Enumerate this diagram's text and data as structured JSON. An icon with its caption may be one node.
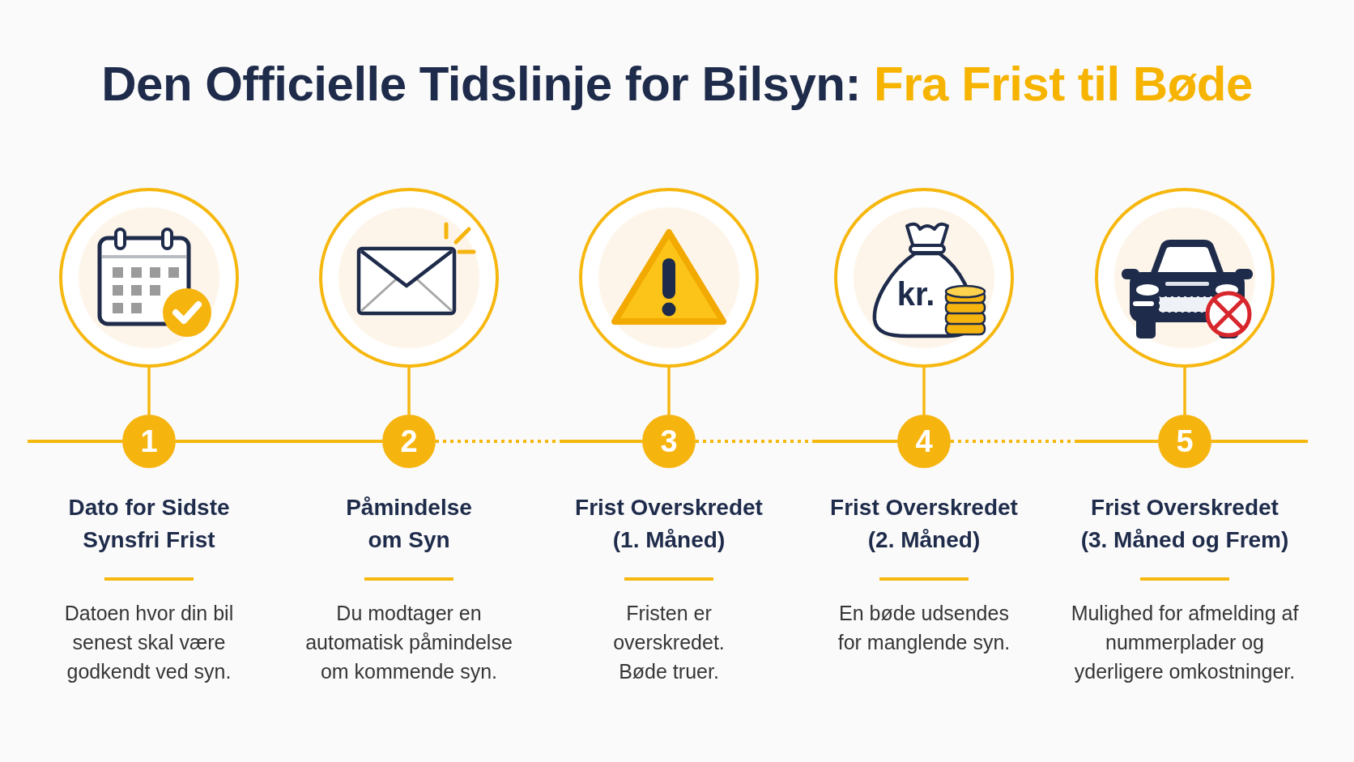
{
  "diagram": {
    "title": "Den Officielle Tidslinje for Bilsyn: *Fra Frist til Bøde*",
    "nodes": [
      {
        "text": [],
        "shape": "circle"
      },
      {
        "text": [],
        "shape": "circle"
      },
      {
        "text": [],
        "shape": "circle"
      },
      {
        "text": [],
        "shape": "circle"
      },
      {
        "text": [],
        "shape": "circle"
      },
      {
        "text": [
          "1"
        ],
        "beside": [
          "Dato for Sidste Synsfri Frist",
          "Datoen hvor din bil senest skal være godkendt ved syn."
        ]
      },
      {
        "text": [
          "2"
        ],
        "beside": [
          "Påmindelse om Syn",
          "Du modtager en automatisk påmindelse om kommende syn."
        ]
      },
      {
        "text": [
          "3"
        ],
        "beside": [
          "Frist Overskredet (1. Måned)",
          "Fristen er overskredet. Bøde truer."
        ]
      },
      {
        "text": [
          "4"
        ],
        "beside": [
          "Frist Overskredet (2. Måned)",
          "En bøde udsendes for manglende syn."
        ]
      },
      {
        "text": [
          "5"
        ],
        "beside": [
          "Frist Overskredet (3. Måned og Frem)",
          "Mulighed for afmelding af nummerplader og yderligere omkostninger."
        ]
      }
    ],
    "edges": [
      {
        "from": 0,
        "to": 5,
        "arrow": "none"
      },
      {
        "from": 1,
        "to": 6,
        "arrow": "none"
      },
      {
        "from": 2,
        "to": 7,
        "arrow": "none"
      },
      {
        "from": 3,
        "to": 8,
        "arrow": "none"
      },
      {
        "from": 4,
        "to": 9,
        "arrow": "none"
      },
      {
        "from": null,
        "to": 5,
        "arrow": "none"
      },
      {
        "from": 5,
        "to": 6,
        "arrow": "none"
      },
      {
        "from": 6,
        "to": 7,
        "arrow": "none",
        "style": "dashed"
      },
      {
        "from": 7,
        "to": 8,
        "arrow": "none",
        "style": "dashed"
      },
      {
        "from": 8,
        "to": 9,
        "arrow": "none",
        "style": "dashed"
      },
      {
        "from": 9,
        "to": null,
        "arrow": "none"
      }
    ],
    "labels": [
      "kr."
    ]
  }
}
